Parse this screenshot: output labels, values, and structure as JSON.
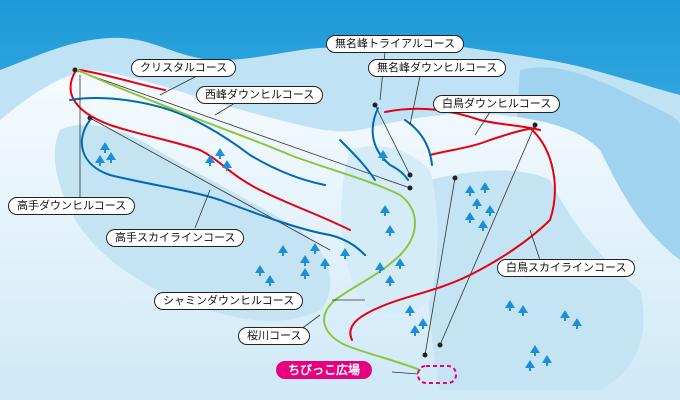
{
  "courses": {
    "crystal": "クリスタルコース",
    "nishimine_downhill": "西峰ダウンヒルコース",
    "mumeiho_trial": "無名峰トライアルコース",
    "mumeiho_downhill": "無名峰ダウンヒルコース",
    "hakucho_downhill": "白鳥ダウンヒルコース",
    "takate_downhill": "高手ダウンヒルコース",
    "takate_skyline": "高手スカイラインコース",
    "hakucho_skyline": "白鳥スカイラインコース",
    "shamin_downhill": "シャミンダウンヒルコース",
    "sakuragawa": "桜川コース"
  },
  "kids_area": "ちびっこ広場",
  "colors": {
    "sky": "#2aa6df",
    "snow": "#eaf6fc",
    "red_course": "#e60012",
    "blue_course": "#0068b7",
    "green_course": "#8cc63f",
    "tree": "#1e8fd6",
    "kids_area": "#e6007e"
  }
}
